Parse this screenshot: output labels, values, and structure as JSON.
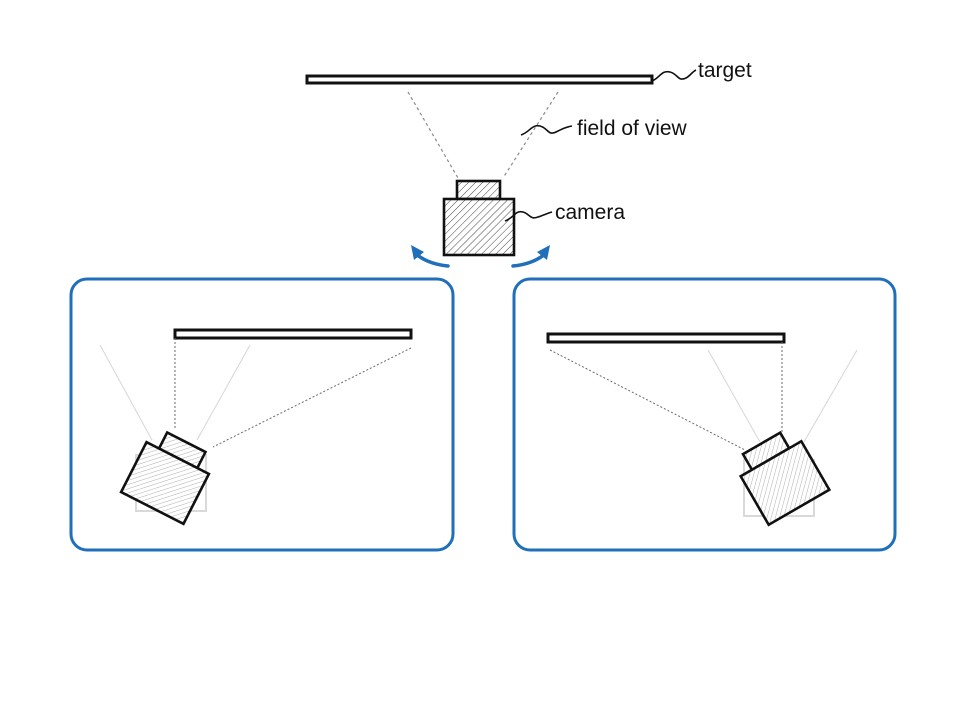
{
  "labels": {
    "target": "target",
    "field_of_view": "field of view",
    "camera": "camera"
  },
  "colors": {
    "panel_border": "#1f6fba",
    "rotation_arrows": "#1f6fba",
    "outline": "#111111",
    "fov_lines": "#8a8a8a"
  },
  "icons": {
    "rotate_left": "curved-arrow-left-icon",
    "rotate_right": "curved-arrow-right-icon"
  },
  "panels": [
    {
      "id": "tilt-left",
      "description_visible": ""
    },
    {
      "id": "tilt-right",
      "description_visible": ""
    }
  ]
}
